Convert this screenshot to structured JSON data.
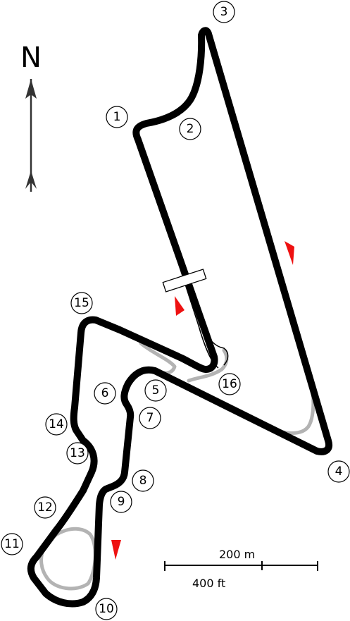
{
  "compass": {
    "label": "N"
  },
  "turns": [
    "1",
    "2",
    "3",
    "4",
    "5",
    "6",
    "7",
    "8",
    "9",
    "10",
    "11",
    "12",
    "13",
    "14",
    "15",
    "16"
  ],
  "scale": {
    "metric_label": "200 m",
    "imperial_label": "400 ft"
  },
  "colors": {
    "track": "#000000",
    "runoff": "#b3b3b3",
    "direction_marker": "#ee1111",
    "pit_lane": "#000000"
  },
  "icons": {
    "north_arrow": "north-arrow-icon",
    "direction_marker": "direction-arrow-icon"
  }
}
